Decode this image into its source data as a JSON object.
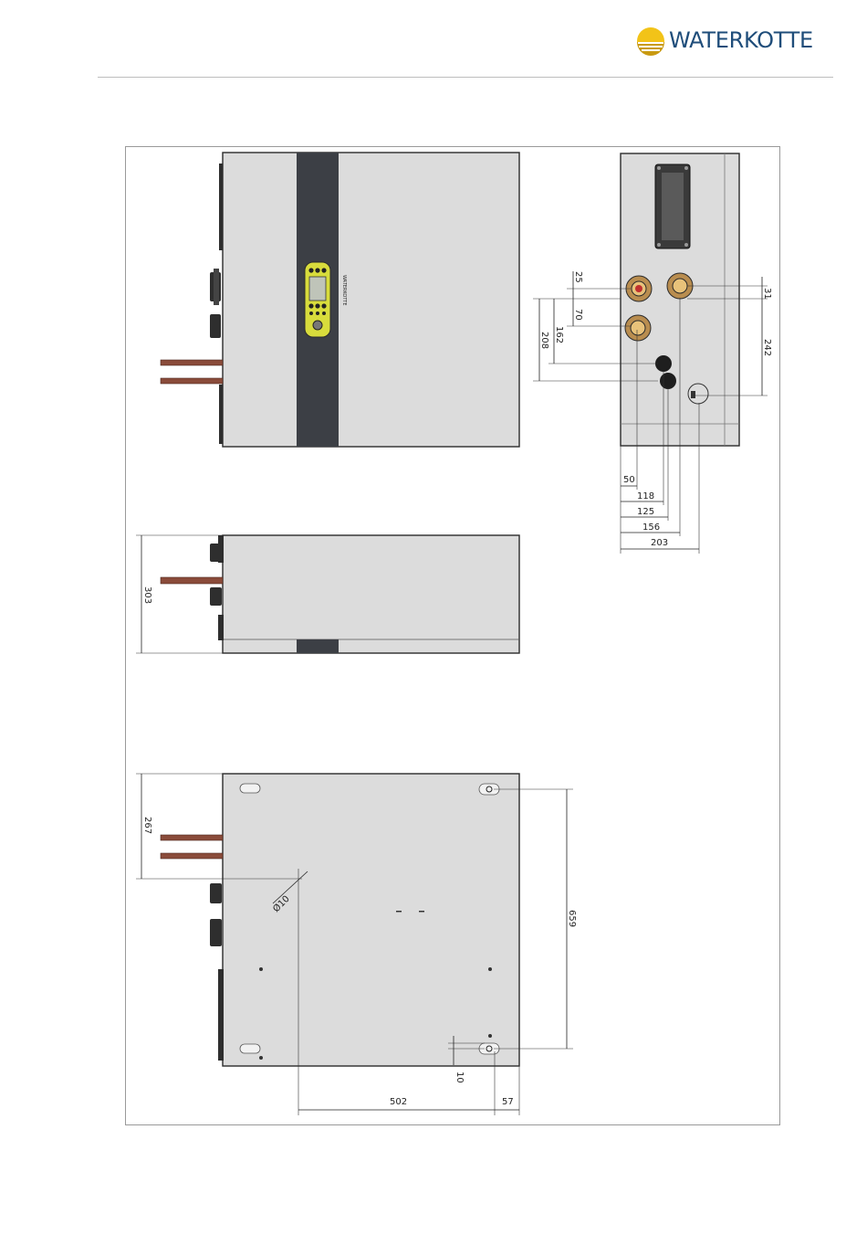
{
  "header": {
    "brand_name": "WATERKOTTE",
    "colors": {
      "brand_text": "#1f4d7a",
      "logo_yellow": "#f2c318",
      "logo_dark": "#5b4a1f"
    }
  },
  "front_view": {
    "controller_label": "WATERKOTTE",
    "colors": {
      "housing": "#dcdcdc",
      "stripe": "#3c3f45",
      "controller": "#d8dc3c",
      "pipe": "#8a4b3a"
    }
  },
  "side_view": {
    "dimensions": [
      "25",
      "70",
      "162",
      "208",
      "31",
      "242",
      "50",
      "118",
      "125",
      "156",
      "203"
    ]
  },
  "top_view": {
    "dimensions": [
      "303"
    ]
  },
  "bottom_view": {
    "dimensions": [
      "267",
      "Ø10",
      "659",
      "10",
      "502",
      "57"
    ]
  }
}
